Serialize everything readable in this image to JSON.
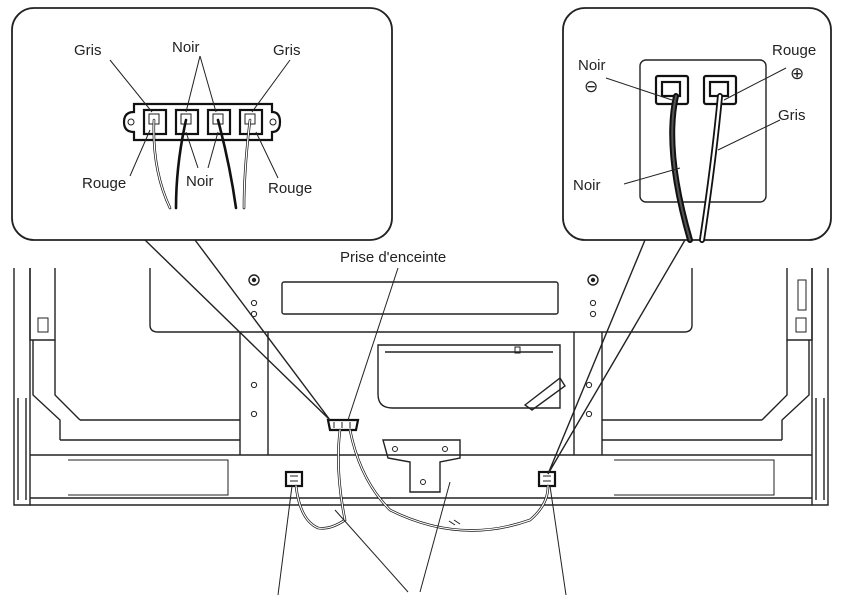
{
  "left_callout": {
    "labels": {
      "gris_left": "Gris",
      "noir_top": "Noir",
      "gris_right": "Gris",
      "rouge_left": "Rouge",
      "noir_bottom": "Noir",
      "rouge_right": "Rouge"
    }
  },
  "right_callout": {
    "labels": {
      "noir_top": "Noir",
      "minus_symbol": "⊖",
      "rouge": "Rouge",
      "plus_symbol": "⊕",
      "gris": "Gris",
      "noir_bottom": "Noir"
    }
  },
  "main": {
    "speaker_jack_label": "Prise d'enceinte"
  }
}
